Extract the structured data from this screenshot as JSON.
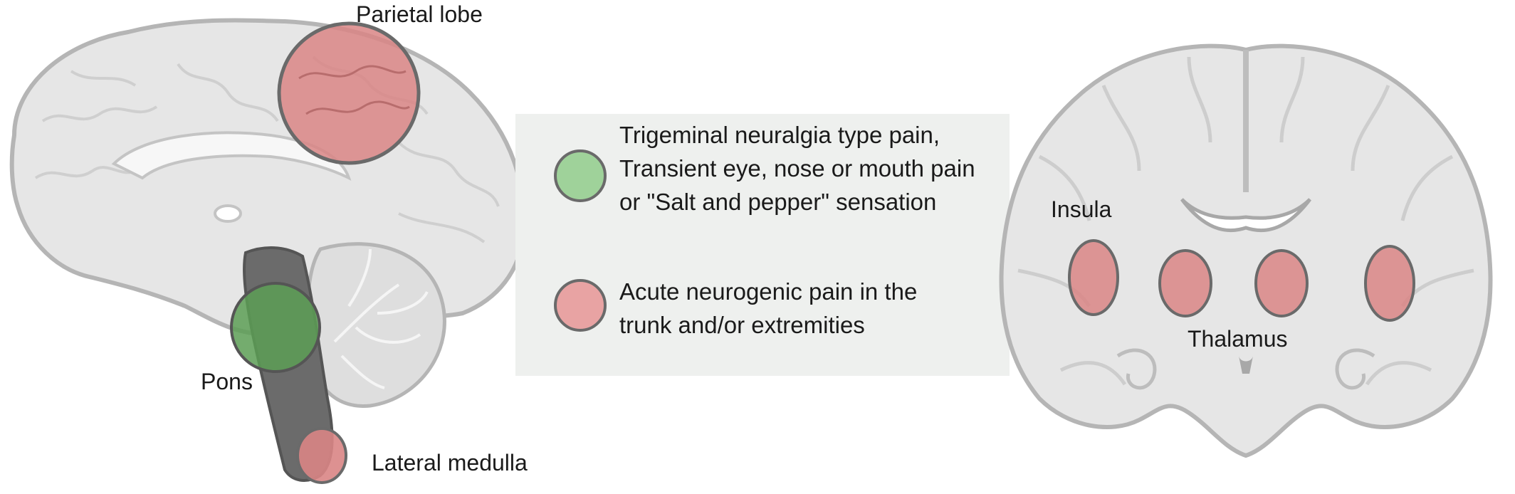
{
  "labels": {
    "parietal_lobe": "Parietal lobe",
    "pons": "Pons",
    "lateral_medulla": "Lateral medulla",
    "insula": "Insula",
    "thalamus": "Thalamus"
  },
  "legend": {
    "items": [
      {
        "color": "#9fd29a",
        "lines": [
          "Trigeminal neuralgia type pain,",
          "Transient eye, nose or mouth pain",
          "or \"Salt and pepper\" sensation"
        ]
      },
      {
        "color": "#e8a3a3",
        "lines": [
          "Acute neurogenic pain in the",
          "trunk and/or extremities"
        ]
      }
    ]
  },
  "colors": {
    "red_region": "#d98585",
    "green_region": "#5c9e55",
    "brain_fill": "#e6e6e6",
    "brain_outline": "#b5b5b5",
    "legend_bg": "#eef0ee"
  }
}
